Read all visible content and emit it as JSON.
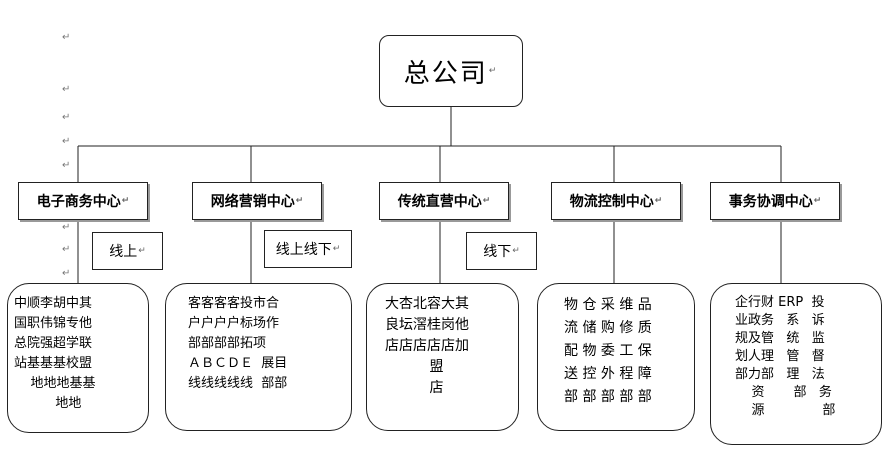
{
  "root": {
    "label": "总公司"
  },
  "departments": [
    {
      "label": "电子商务中心",
      "tag": "线上"
    },
    {
      "label": "网络营销中心",
      "tag": "线上线下"
    },
    {
      "label": "传统直营中心",
      "tag": "线下"
    },
    {
      "label": "物流控制中心"
    },
    {
      "label": "事务协调中心"
    }
  ],
  "details": [
    {
      "lines": [
        "中顺李胡中其",
        "国职伟锦专他",
        "总院强超学联",
        "站基基基校盟",
        "    地地地基基",
        "          地地"
      ]
    },
    {
      "lines": [
        "客客客客投市合",
        "户户户户标场作",
        "部部部部拓项",
        "ＡＢＣＤＥ  展目",
        "线线线线线  部部"
      ]
    },
    {
      "lines": [
        "大杏北容大其",
        "良坛滘桂岗他",
        "店店店店店加",
        "          盟",
        "          店"
      ]
    },
    {
      "lines": [
        "物 仓 采 维 品",
        "流 储 购 修 质",
        "配 物 委 工 保",
        "送 控 外 程 障",
        "部 部 部 部 部"
      ]
    },
    {
      "lines": [
        "企行财 ERP  投",
        "业政务   系   诉",
        "规及管   统   监",
        "划人理   管   督",
        "部力部   理   法",
        "    资       部   务",
        "    源              部"
      ]
    }
  ],
  "paragraph_mark": "↵"
}
